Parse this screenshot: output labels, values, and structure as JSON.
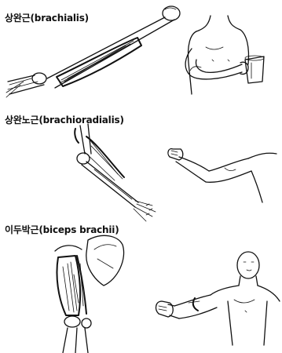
{
  "muscles": [
    {
      "label": "상완근(brachialis)"
    },
    {
      "label": "상완노근(brachioradialis)"
    },
    {
      "label": "이두박근(biceps brachii)"
    }
  ]
}
